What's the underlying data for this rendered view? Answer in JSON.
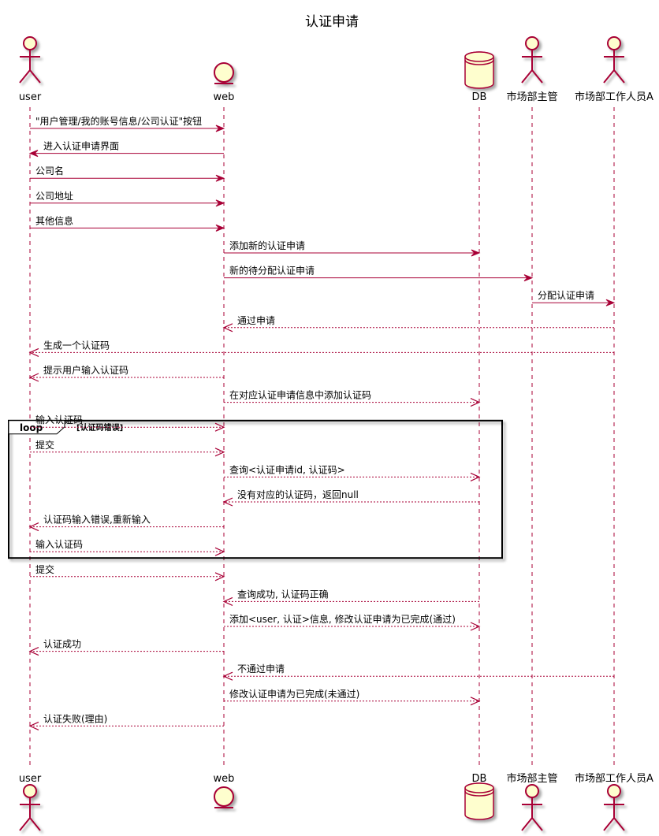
{
  "title": "认证申请",
  "colors": {
    "line": "#A80036",
    "shape_fill": "#FEFECE",
    "shadow": "#C8C8C8",
    "text": "#000000"
  },
  "participants": [
    {
      "id": "user",
      "name": "user",
      "kind": "actor"
    },
    {
      "id": "web",
      "name": "web",
      "kind": "entity"
    },
    {
      "id": "db",
      "name": "DB",
      "kind": "database"
    },
    {
      "id": "mgr",
      "name": "市场部主管",
      "kind": "actor"
    },
    {
      "id": "staff",
      "name": "市场部工作人员A",
      "kind": "actor"
    }
  ],
  "messages": [
    {
      "from": "user",
      "to": "web",
      "label": "\"用户管理/我的账号信息/公司认证\"按钮",
      "style": "solid"
    },
    {
      "from": "web",
      "to": "user",
      "label": "进入认证申请界面",
      "style": "solid"
    },
    {
      "from": "user",
      "to": "web",
      "label": "公司名",
      "style": "solid"
    },
    {
      "from": "user",
      "to": "web",
      "label": "公司地址",
      "style": "solid"
    },
    {
      "from": "user",
      "to": "web",
      "label": "其他信息",
      "style": "solid"
    },
    {
      "from": "web",
      "to": "db",
      "label": "添加新的认证申请",
      "style": "solid"
    },
    {
      "from": "web",
      "to": "mgr",
      "label": "新的待分配认证申请",
      "style": "solid"
    },
    {
      "from": "mgr",
      "to": "staff",
      "label": "分配认证申请",
      "style": "solid"
    },
    {
      "from": "staff",
      "to": "web",
      "label": "通过申请",
      "style": "dashed"
    },
    {
      "from": "staff",
      "to": "user",
      "label": "生成一个认证码",
      "style": "dashed"
    },
    {
      "from": "web",
      "to": "user",
      "label": "提示用户输入认证码",
      "style": "dashed"
    },
    {
      "from": "web",
      "to": "db",
      "label": "在对应认证申请信息中添加认证码",
      "style": "dashed"
    },
    {
      "from": "user",
      "to": "web",
      "label": "输入认证码",
      "style": "dashed"
    },
    {
      "from": "user",
      "to": "web",
      "label": "提交",
      "style": "dashed"
    },
    {
      "from": "web",
      "to": "db",
      "label": "查询<认证申请id, 认证码>",
      "style": "dashed"
    },
    {
      "from": "db",
      "to": "web",
      "label": "没有对应的认证码，返回null",
      "style": "dashed"
    },
    {
      "from": "web",
      "to": "user",
      "label": "认证码输入错误,重新输入",
      "style": "dashed"
    },
    {
      "from": "user",
      "to": "web",
      "label": "输入认证码",
      "style": "dashed"
    },
    {
      "from": "user",
      "to": "web",
      "label": "提交",
      "style": "dashed"
    },
    {
      "from": "db",
      "to": "web",
      "label": "查询成功, 认证码正确",
      "style": "dashed"
    },
    {
      "from": "web",
      "to": "db",
      "label": "添加<user, 认证>信息, 修改认证申请为已完成(通过)",
      "style": "dashed"
    },
    {
      "from": "web",
      "to": "user",
      "label": "认证成功",
      "style": "dashed"
    },
    {
      "from": "staff",
      "to": "web",
      "label": "不通过申请",
      "style": "dashed"
    },
    {
      "from": "web",
      "to": "db",
      "label": "修改认证申请为已完成(未通过)",
      "style": "dashed"
    },
    {
      "from": "web",
      "to": "user",
      "label": "认证失败(理由)",
      "style": "dashed"
    }
  ],
  "loop": {
    "keyword": "loop",
    "condition": "[认证码错误]",
    "first_message": 14,
    "last_message": 18
  }
}
